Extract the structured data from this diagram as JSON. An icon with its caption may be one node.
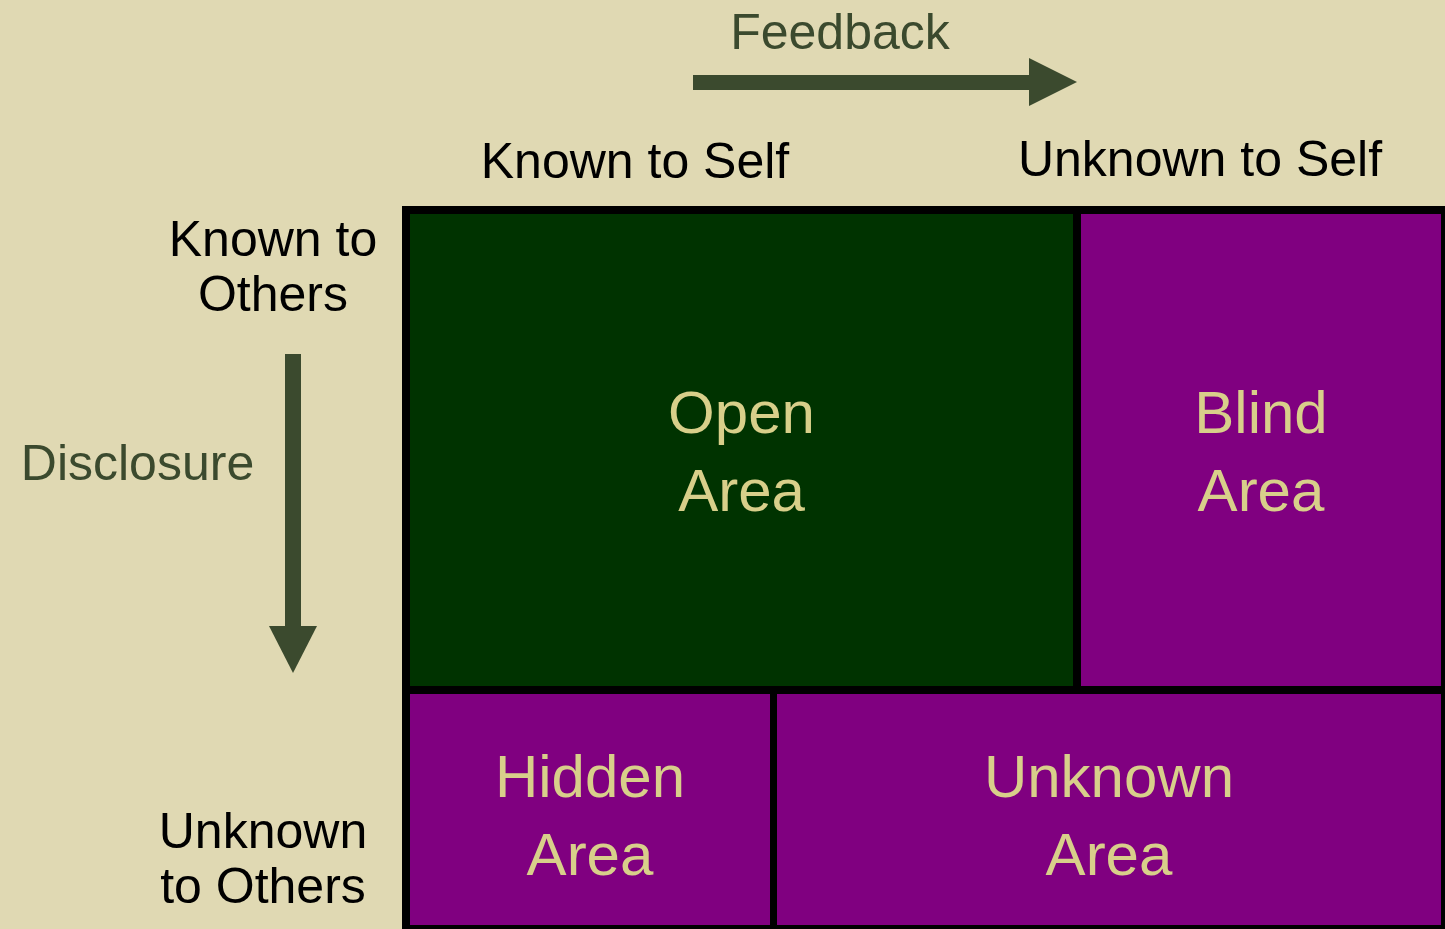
{
  "diagram": {
    "nodes": [
      {
        "text": [
          "Open Area"
        ]
      },
      {
        "text": [
          "Blind Area"
        ]
      },
      {
        "text": [
          "Hidden Area"
        ]
      },
      {
        "text": [
          "Unknown Area"
        ]
      }
    ],
    "labels": [
      "Feedback",
      "Known to Self",
      "Unknown to Self",
      "Known to Others",
      "Disclosure",
      "Unknown to Others"
    ]
  }
}
